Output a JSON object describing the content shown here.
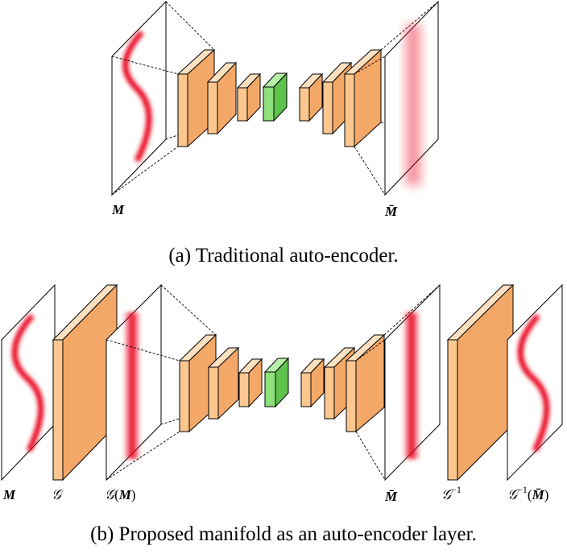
{
  "captions": {
    "a": "(a) Traditional auto-encoder.",
    "b": "(b) Proposed manifold as an auto-encoder layer."
  },
  "labels": {
    "a_input": "M",
    "a_output": "M̄",
    "b_input": "M",
    "b_g": "𝒢",
    "b_g_of_m_prefix": "𝒢",
    "b_g_of_m_arg": "M",
    "b_recon": "M̄",
    "b_g_inv": "𝒢",
    "b_g_inv_sup": "−1",
    "b_g_inv_of_m_prefix": "𝒢",
    "b_g_inv_of_m_sup": "−1",
    "b_g_inv_of_m_arg": "M̄"
  },
  "colors": {
    "layer": "#fcc78f",
    "latent": "#8de07a",
    "signal": "#e8001c"
  }
}
